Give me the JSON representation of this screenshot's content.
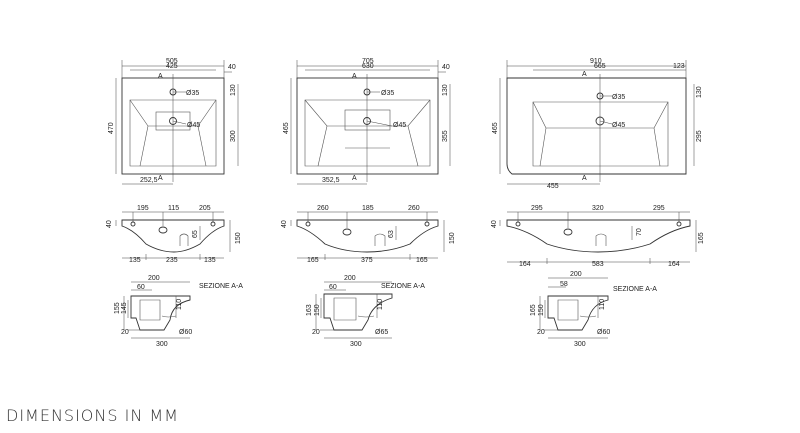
{
  "footer": "DIMENSIONS IN MM",
  "section_label": "SEZIONE A-A",
  "section_mark": "A",
  "basins": [
    {
      "top": {
        "width": "505",
        "inner": "425",
        "right": "40",
        "height": "470",
        "tap": "Ø35",
        "drain": "Ø45",
        "r130": "130",
        "r300": "300",
        "center": "252,5"
      },
      "front": {
        "a": "195",
        "b": "115",
        "c": "205",
        "h40": "40",
        "h65": "65",
        "h150": "150",
        "w1": "135",
        "w2": "235",
        "w3": "135"
      },
      "section": {
        "d200": "200",
        "d60": "60",
        "h155": "155",
        "h145": "145",
        "h110": "110",
        "d20": "20",
        "ø": "Ø60",
        "d300": "300"
      }
    },
    {
      "top": {
        "width": "705",
        "inner": "630",
        "right": "40",
        "height": "465",
        "tap": "Ø35",
        "drain": "Ø45",
        "r130": "130",
        "r300": "355",
        "center": "352,5"
      },
      "front": {
        "a": "260",
        "b": "185",
        "c": "260",
        "h40": "40",
        "h65": "63",
        "h150": "150",
        "w1": "165",
        "w2": "375",
        "w3": "165"
      },
      "section": {
        "d200": "200",
        "d60": "60",
        "h155": "163",
        "h145": "150",
        "h110": "110",
        "d20": "20",
        "ø": "Ø65",
        "d300": "300"
      }
    },
    {
      "top": {
        "width": "910",
        "inner": "665",
        "right": "123",
        "height": "465",
        "tap": "Ø35",
        "drain": "Ø45",
        "r130": "130",
        "r300": "295",
        "center": "455"
      },
      "front": {
        "a": "295",
        "b": "320",
        "c": "295",
        "h40": "40",
        "h65": "70",
        "h150": "165",
        "w1": "164",
        "w2": "583",
        "w3": "164"
      },
      "section": {
        "d200": "200",
        "d60": "58",
        "h155": "165",
        "h145": "150",
        "h110": "110",
        "d20": "20",
        "ø": "Ø60",
        "d300": "300"
      }
    }
  ]
}
